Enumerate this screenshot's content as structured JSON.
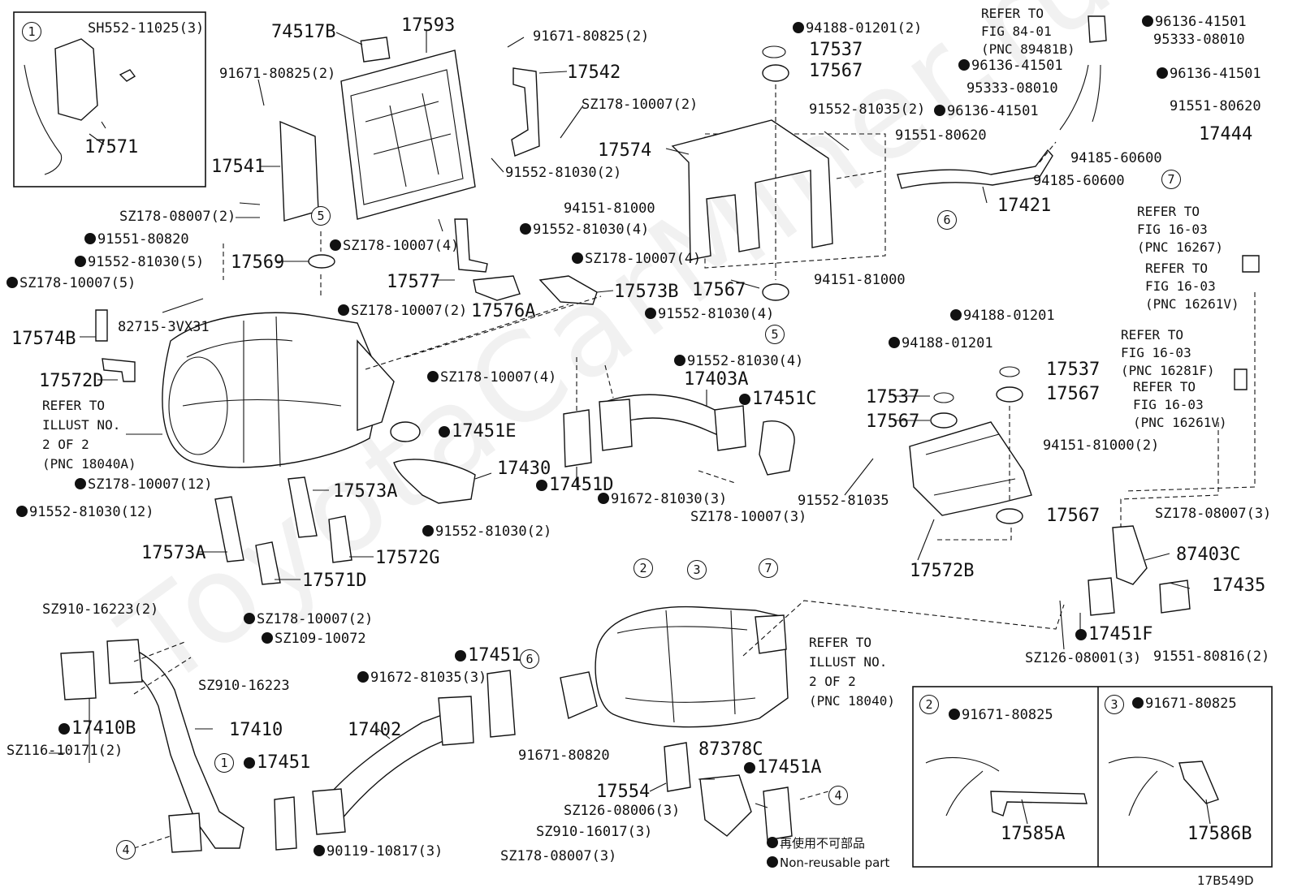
{
  "diagram_code": "17B549D",
  "watermark": "ToyotaCarMiner.ru",
  "legend": {
    "non_reusable_jp": "再使用不可部品",
    "non_reusable_en": "Non-reusable part"
  },
  "inset_callouts": [
    "1",
    "2",
    "3"
  ],
  "circle_callouts": [
    "1",
    "2",
    "3",
    "4",
    "5",
    "6",
    "7"
  ],
  "notes": {
    "refer_18040a": "REFER TO\nILLUST NO.\n2 OF 2\n(PNC 18040A)",
    "refer_18040": "REFER TO\nILLUST NO.\n2 OF 2\n(PNC 18040)",
    "refer_84_01": "REFER TO\nFIG 84-01\n(PNC 89481B)",
    "refer_16267": "REFER TO\nFIG 16-03\n(PNC 16267)",
    "refer_16261v_a": "REFER TO\nFIG 16-03\n(PNC 16261V)",
    "refer_16281f": "REFER TO\nFIG 16-03\n(PNC 16281F)",
    "refer_16261v_b": "REFER TO\nFIG 16-03\n(PNC 16261V)"
  },
  "labels": {
    "sh552": "SH552-11025(3)",
    "p17571": "17571",
    "p74517b": "74517B",
    "p17593": "17593",
    "p91671_80825_2a": "91671-80825(2)",
    "p91671_80825_2b": "91671-80825(2)",
    "p17542": "17542",
    "p17541": "17541",
    "sz178_10007_2a": "SZ178-10007(2)",
    "p91552_81030_2a": "91552-81030(2)",
    "sz178_08007_2": "SZ178-08007(2)",
    "p91551_80820": "91551-80820",
    "p91552_81030_5": "91552-81030(5)",
    "sz178_10007_5": "SZ178-10007(5)",
    "p17569": "17569",
    "sz178_10007_4a": "SZ178-10007(4)",
    "p91552_81030_4a": "91552-81030(4)",
    "p17577": "17577",
    "sz178_10007_4b": "SZ178-10007(4)",
    "p17576a": "17576A",
    "p17573b": "17573B",
    "p82715": "82715-3VX31",
    "p17574b": "17574B",
    "sz178_10007_2b": "SZ178-10007(2)",
    "p91552_81030_4b": "91552-81030(4)",
    "p17572d": "17572D",
    "sz178_10007_4c": "SZ178-10007(4)",
    "p91552_81030_4c": "91552-81030(4)",
    "p17403a": "17403A",
    "p17451c": "17451C",
    "p17451e": "17451E",
    "p17430": "17430",
    "p17451d": "17451D",
    "p91672_81030_3": "91672-81030(3)",
    "sz178_10007_3": "SZ178-10007(3)",
    "sz178_10007_12": "SZ178-10007(12)",
    "p91552_81030_12": "91552-81030(12)",
    "p17573a_1": "17573A",
    "p91552_81030_2b": "91552-81030(2)",
    "p17573a_2": "17573A",
    "p17572g": "17572G",
    "p17571d": "17571D",
    "p94188_01201_2": "94188-01201(2)",
    "p17537_a": "17537",
    "p17567_a": "17567",
    "p17574": "17574",
    "p91552_81035_2": "91552-81035(2)",
    "p94151_81000_a": "94151-81000",
    "p94151_81000_b": "94151-81000",
    "p17567_b": "17567",
    "p96136_41501_a": "96136-41501",
    "p95333_08010_a": "95333-08010",
    "p96136_41501_b": "96136-41501",
    "p95333_08010_b": "95333-08010",
    "p96136_41501_c": "96136-41501",
    "p96136_41501_d": "96136-41501",
    "p91551_80620_a": "91551-80620",
    "p91551_80620_b": "91551-80620",
    "p17444": "17444",
    "p94185_60600_a": "94185-60600",
    "p94185_60600_b": "94185-60600",
    "p17421": "17421",
    "p94188_01201_a": "94188-01201",
    "p94188_01201_b": "94188-01201",
    "p17537_b": "17537",
    "p17537_c": "17537",
    "p17567_c": "17567",
    "p17567_d": "17567",
    "p94151_81000_2": "94151-81000(2)",
    "p91552_81035": "91552-81035",
    "p17567_e": "17567",
    "p17572b": "17572B",
    "sz178_08007_3a": "SZ178-08007(3)",
    "p87403c": "87403C",
    "p17435": "17435",
    "p17451f": "17451F",
    "sz126_08001_3": "SZ126-08001(3)",
    "p91551_80816_2": "91551-80816(2)",
    "sz910_16223_2": "SZ910-16223(2)",
    "sz178_10007_2c": "SZ178-10007(2)",
    "sz109_10072": "SZ109-10072",
    "sz910_16223": "SZ910-16223",
    "p17410b": "17410B",
    "p17410": "17410",
    "sz116_10171_2": "SZ116-10171(2)",
    "p17451_a": "17451",
    "p17451_b": "17451",
    "p91672_81035_3": "91672-81035(3)",
    "p17402": "17402",
    "p90119_10817_3": "90119-10817(3)",
    "p91671_80820": "91671-80820",
    "p87378c": "87378C",
    "p17554": "17554",
    "p17451a": "17451A",
    "sz126_08006_3": "SZ126-08006(3)",
    "sz910_16017_3": "SZ910-16017(3)",
    "sz178_08007_3b": "SZ178-08007(3)",
    "p91671_80825_i2": "91671-80825",
    "p91671_80825_i3": "91671-80825",
    "p17585a": "17585A",
    "p17586b": "17586B"
  }
}
